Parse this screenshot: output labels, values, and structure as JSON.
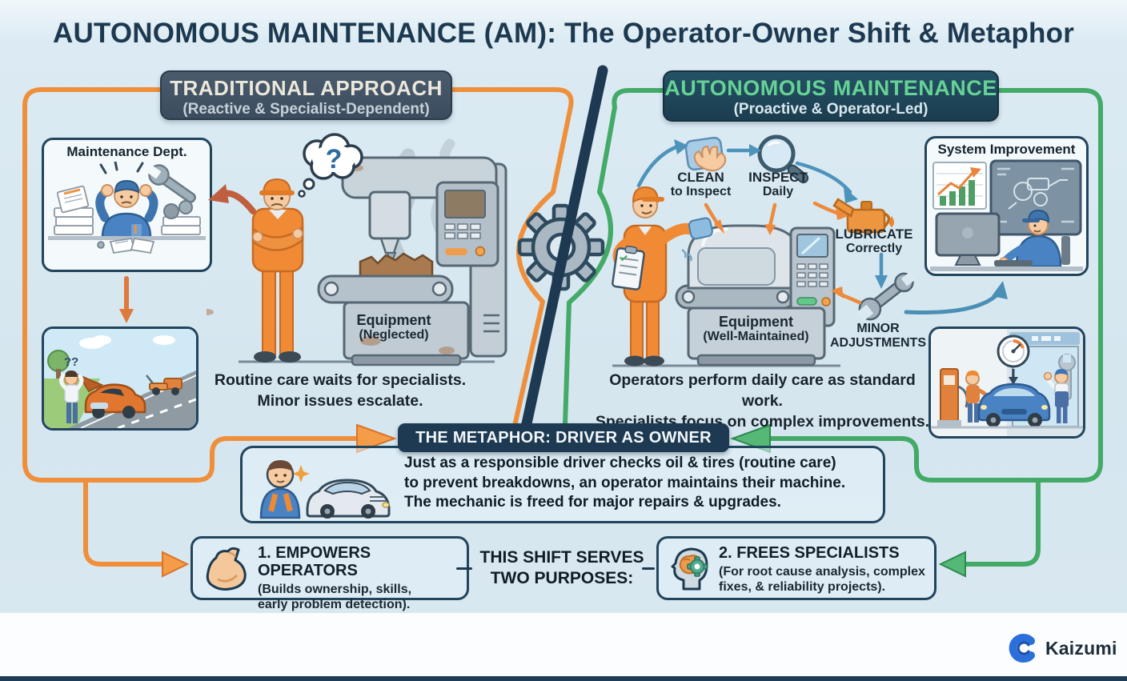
{
  "title": "AUTONOMOUS MAINTENANCE (AM): The Operator-Owner Shift & Metaphor",
  "traditional": {
    "header_title": "TRADITIONAL APPROACH",
    "header_subtitle": "(Reactive & Specialist-Dependent)",
    "dept_label": "Maintenance Dept.",
    "equipment_label": "Equipment",
    "equipment_state": "(Neglected)",
    "caption_line1": "Routine care waits for specialists.",
    "caption_line2": "Minor issues escalate.",
    "bubble_question": "?",
    "car_question": "??"
  },
  "autonomous": {
    "header_title": "AUTONOMOUS MAINTENANCE",
    "header_subtitle": "(Proactive & Operator-Led)",
    "steps": {
      "clean_line1": "CLEAN",
      "clean_line2": "to Inspect",
      "inspect_line1": "INSPECT",
      "inspect_line2": "Daily",
      "lubricate_line1": "LUBRICATE",
      "lubricate_line2": "Correctly",
      "adjust_line1": "MINOR",
      "adjust_line2": "ADJUSTMENTS"
    },
    "system_label": "System Improvement",
    "equipment_label": "Equipment",
    "equipment_state": "(Well-Maintained)",
    "caption_line1": "Operators perform daily care as standard work.",
    "caption_line2": "Specialists focus on complex improvements."
  },
  "metaphor": {
    "title": "THE METAPHOR: DRIVER AS OWNER",
    "line1": "Just as a responsible driver checks oil & tires (routine care)",
    "line2": "to prevent breakdowns, an operator maintains their machine.",
    "line3": "The mechanic is freed for major repairs & upgrades."
  },
  "purposes": {
    "center_line1": "THIS SHIFT SERVES",
    "center_line2": "TWO PURPOSES:",
    "one_title": "1. EMPOWERS OPERATORS",
    "one_line1": "(Builds ownership, skills,",
    "one_line2": "early problem detection).",
    "two_title": "2. FREES SPECIALISTS",
    "two_line1": "(For root cause analysis, complex",
    "two_line2": "fixes, & reliability projects)."
  },
  "footer": {
    "brand": "Kaizumi"
  },
  "colors": {
    "accent_orange": "#ef8f3b",
    "accent_green": "#43aa68",
    "navy": "#1d3a52",
    "brand_blue": "#2b6fdb"
  }
}
